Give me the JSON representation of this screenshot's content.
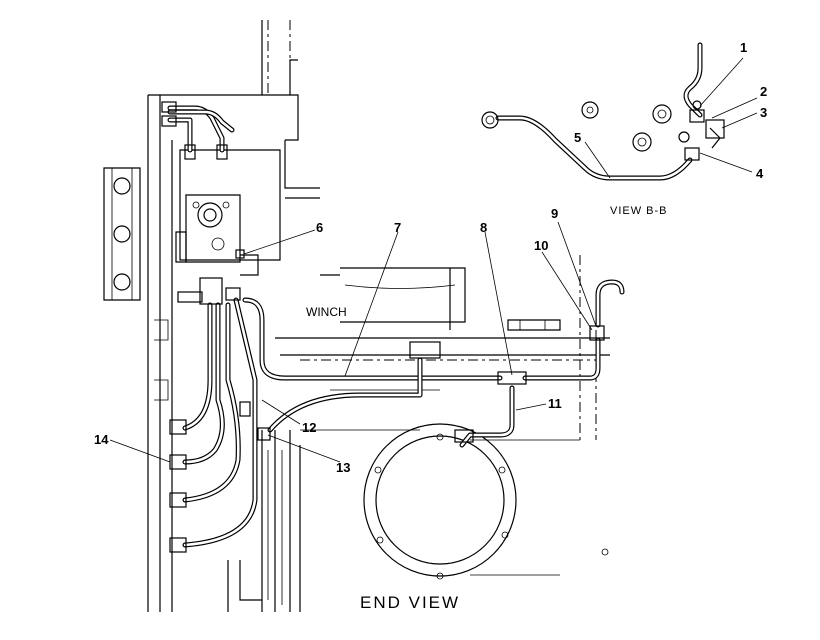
{
  "labels": {
    "winch": "WINCH",
    "view_b": "VIEW  B-B",
    "end_view": "END  VIEW"
  },
  "callouts": {
    "c1": "1",
    "c2": "2",
    "c3": "3",
    "c4": "4",
    "c5": "5",
    "c6": "6",
    "c7": "7",
    "c8": "8",
    "c9": "9",
    "c10": "10",
    "c11": "11",
    "c12": "12",
    "c13": "13",
    "c14": "14"
  },
  "colors": {
    "line": "#000000",
    "background": "#ffffff"
  }
}
